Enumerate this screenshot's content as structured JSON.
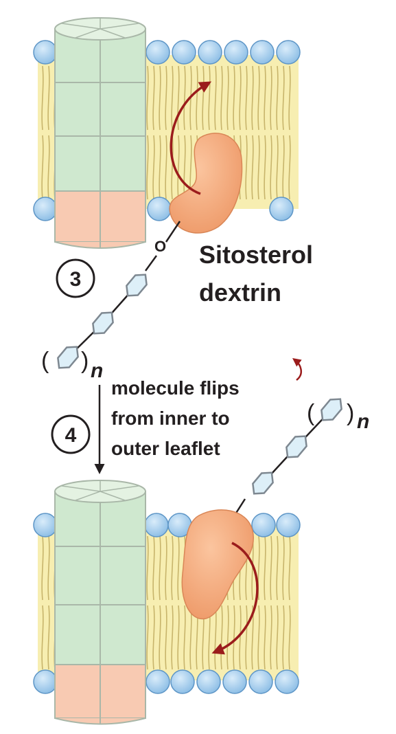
{
  "labels": {
    "sitosterol_line1": "Sitosterol",
    "sitosterol_line2": "dextrin",
    "oxygen": "O",
    "n_subscript": "n",
    "flip_line1": "molecule flips",
    "flip_line2": "from inner to",
    "flip_line3": "outer leaflet"
  },
  "steps": [
    {
      "number": "3"
    },
    {
      "number": "4"
    }
  ],
  "colors": {
    "lipid_head": "#9fc9ea",
    "lipid_head_stroke": "#5d95c6",
    "lipid_tail": "#f7eeb1",
    "lipid_tail_line": "#c7b46b",
    "channel_green": "#cfe8cf",
    "channel_peach": "#f8cab2",
    "channel_stroke": "#a9b7a8",
    "protein": "#f5a97b",
    "protein_edge": "#d98656",
    "arrow_red": "#9b1c1c",
    "hexagon_fill": "#ddeff8",
    "hexagon_stroke": "#7e8891",
    "text": "#231f20"
  }
}
